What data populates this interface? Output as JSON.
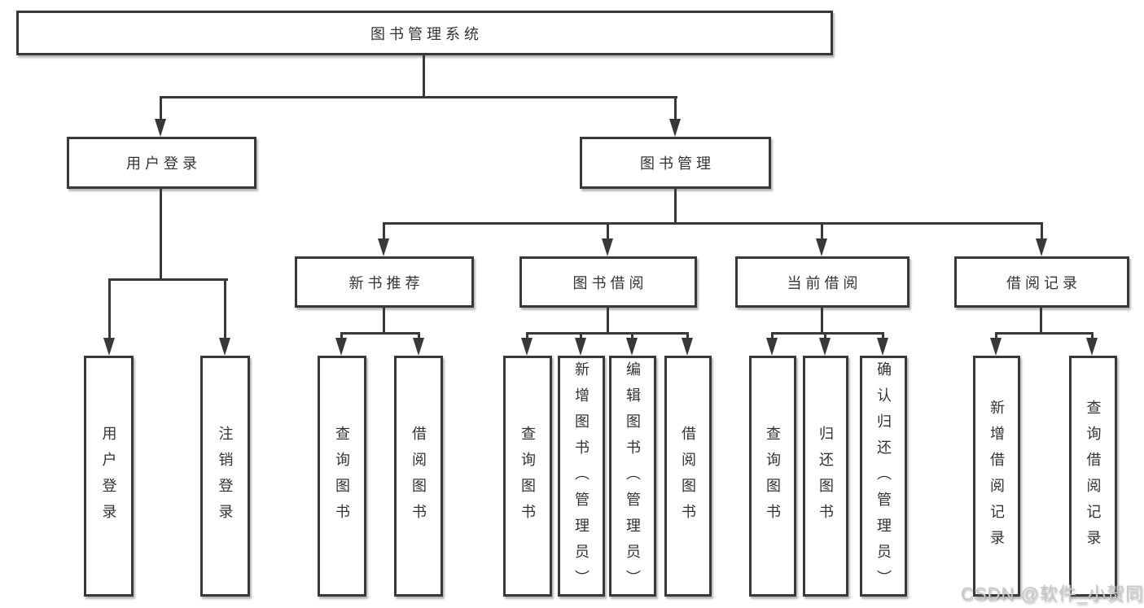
{
  "diagram": {
    "kind": "hierarchy-tree",
    "tree": {
      "root": {
        "label": "图书管理系统",
        "children": [
          {
            "label": "用户登录",
            "children": [
              {
                "label": "用户登录"
              },
              {
                "label": "注销登录"
              }
            ]
          },
          {
            "label": "图书管理",
            "children": [
              {
                "label": "新书推荐",
                "children": [
                  {
                    "label": "查询图书"
                  },
                  {
                    "label": "借阅图书"
                  }
                ]
              },
              {
                "label": "图书借阅",
                "children": [
                  {
                    "label": "查询图书"
                  },
                  {
                    "label": "新增图书（管理员）"
                  },
                  {
                    "label": "编辑图书（管理员）"
                  },
                  {
                    "label": "借阅图书"
                  }
                ]
              },
              {
                "label": "当前借阅",
                "children": [
                  {
                    "label": "查询图书"
                  },
                  {
                    "label": "归还图书"
                  },
                  {
                    "label": "确认归还（管理员）"
                  }
                ]
              },
              {
                "label": "借阅记录",
                "children": [
                  {
                    "label": "新增借阅记录"
                  },
                  {
                    "label": "查询借阅记录"
                  }
                ]
              }
            ]
          }
        ]
      }
    },
    "colors": {
      "line": "#383838",
      "box_background": "#ffffff",
      "text": "#333333",
      "watermark": "#c9c9c9"
    }
  },
  "watermark": {
    "text": "CSDN @软件_小贺同学"
  }
}
